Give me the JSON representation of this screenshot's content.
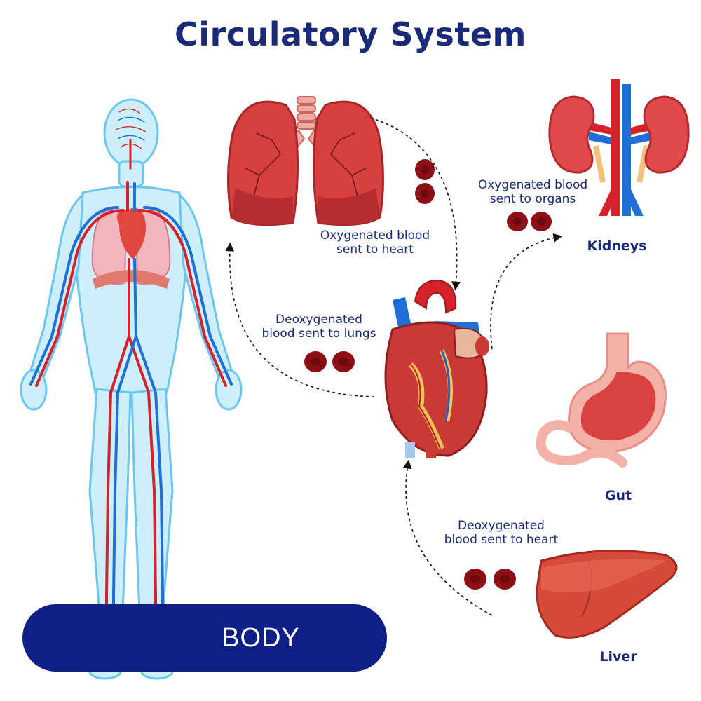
{
  "title": "Circulatory System",
  "colors": {
    "title": "#1b2a78",
    "caption": "#1b2a78",
    "pill": "#0e1f86",
    "blood_cell": "#8b0f14",
    "organ_red": "#d2353e",
    "vein_blue": "#1f6fd6",
    "body_skin": "#8fd6f5"
  },
  "captions": {
    "oxygenated_to_heart": [
      "Oxygenated blood",
      "sent to heart"
    ],
    "oxygenated_to_organs": [
      "Oxygenated blood",
      "sent to organs"
    ],
    "deoxygenated_to_lungs": [
      "Deoxygenated",
      "blood sent to lungs"
    ],
    "deoxygenated_to_heart": [
      "Deoxygenated",
      "blood sent to heart"
    ]
  },
  "organs": {
    "kidneys": "Kidneys",
    "gut": "Gut",
    "liver": "Liver"
  },
  "body_label": "BODY",
  "icons": [
    "human-body-icon",
    "lungs-icon",
    "heart-icon",
    "kidneys-icon",
    "stomach-icon",
    "liver-icon",
    "blood-cell-icon"
  ]
}
